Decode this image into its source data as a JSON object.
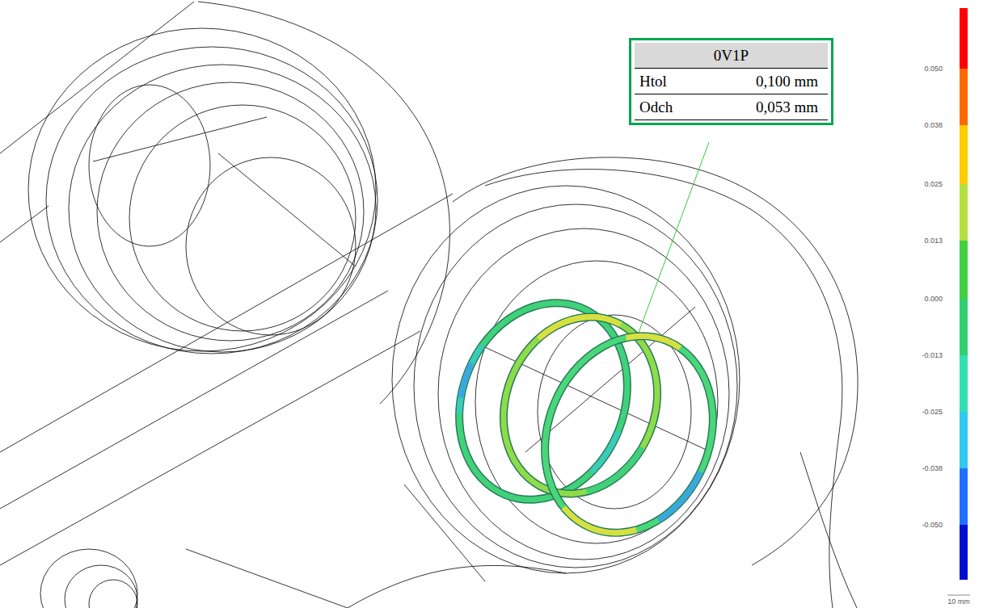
{
  "diagram": {
    "nodes": [
      {
        "text": [
          "0V1P",
          "Htol",
          "0,100 mm",
          "Odch",
          "0,053 mm"
        ]
      }
    ],
    "labels": [
      "0.050",
      "0.038",
      "0.025",
      "0.013",
      "0.000",
      "-0.013",
      "-0.025",
      "-0.038",
      "-0.050",
      "10 mm"
    ]
  }
}
